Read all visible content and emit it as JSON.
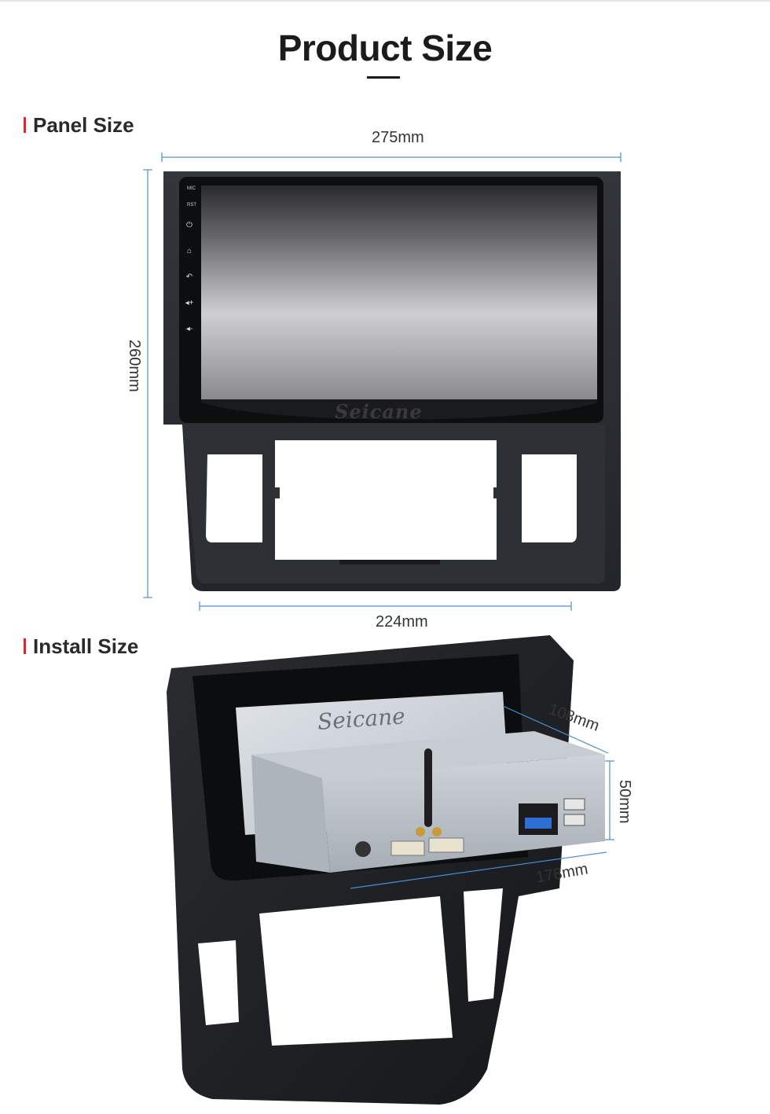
{
  "page": {
    "title": "Product Size"
  },
  "panel_section": {
    "title": "Panel Size",
    "width_label": "275mm",
    "height_label": "260mm",
    "bottom_width_label": "224mm",
    "brand_logo": "Seicane",
    "side_labels": [
      "MIC",
      "RST"
    ],
    "side_icons": [
      "power-icon",
      "home-icon",
      "back-icon",
      "volume-up-icon",
      "volume-down-icon"
    ]
  },
  "install_section": {
    "title": "Install Size",
    "brand_logo": "Seicane",
    "depth_label": "108mm",
    "height_label": "50mm",
    "width_label": "178mm"
  },
  "colors": {
    "accent": "#e2232a",
    "dimension_line": "#4a90d9",
    "panel": "#2b2e33"
  }
}
